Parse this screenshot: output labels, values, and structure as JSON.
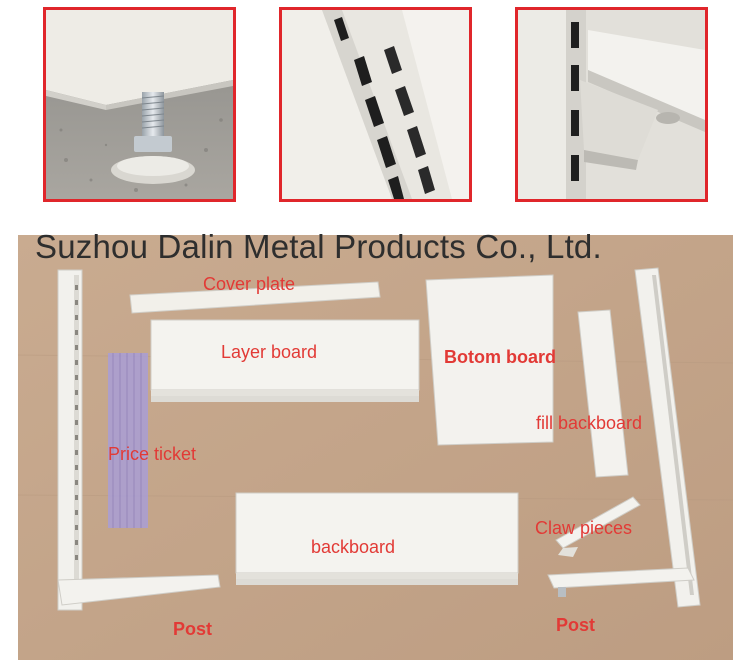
{
  "watermark": "Suzhou Dalin Metal Products Co., Ltd.",
  "labels": {
    "cover_plate": "Cover plate",
    "layer_board": "Layer board",
    "bottom_board": "Botom board",
    "fill_backboard": "fill backboard",
    "price_ticket": "Price ticket",
    "claw_pieces": "Claw pieces",
    "backboard": "backboard",
    "post_left": "Post",
    "post_right": "Post"
  },
  "colors": {
    "frame": "#e0262b",
    "label_text": "#e23a36",
    "watermark_text": "#2e2e2e",
    "background_board": "#c5a58a"
  }
}
